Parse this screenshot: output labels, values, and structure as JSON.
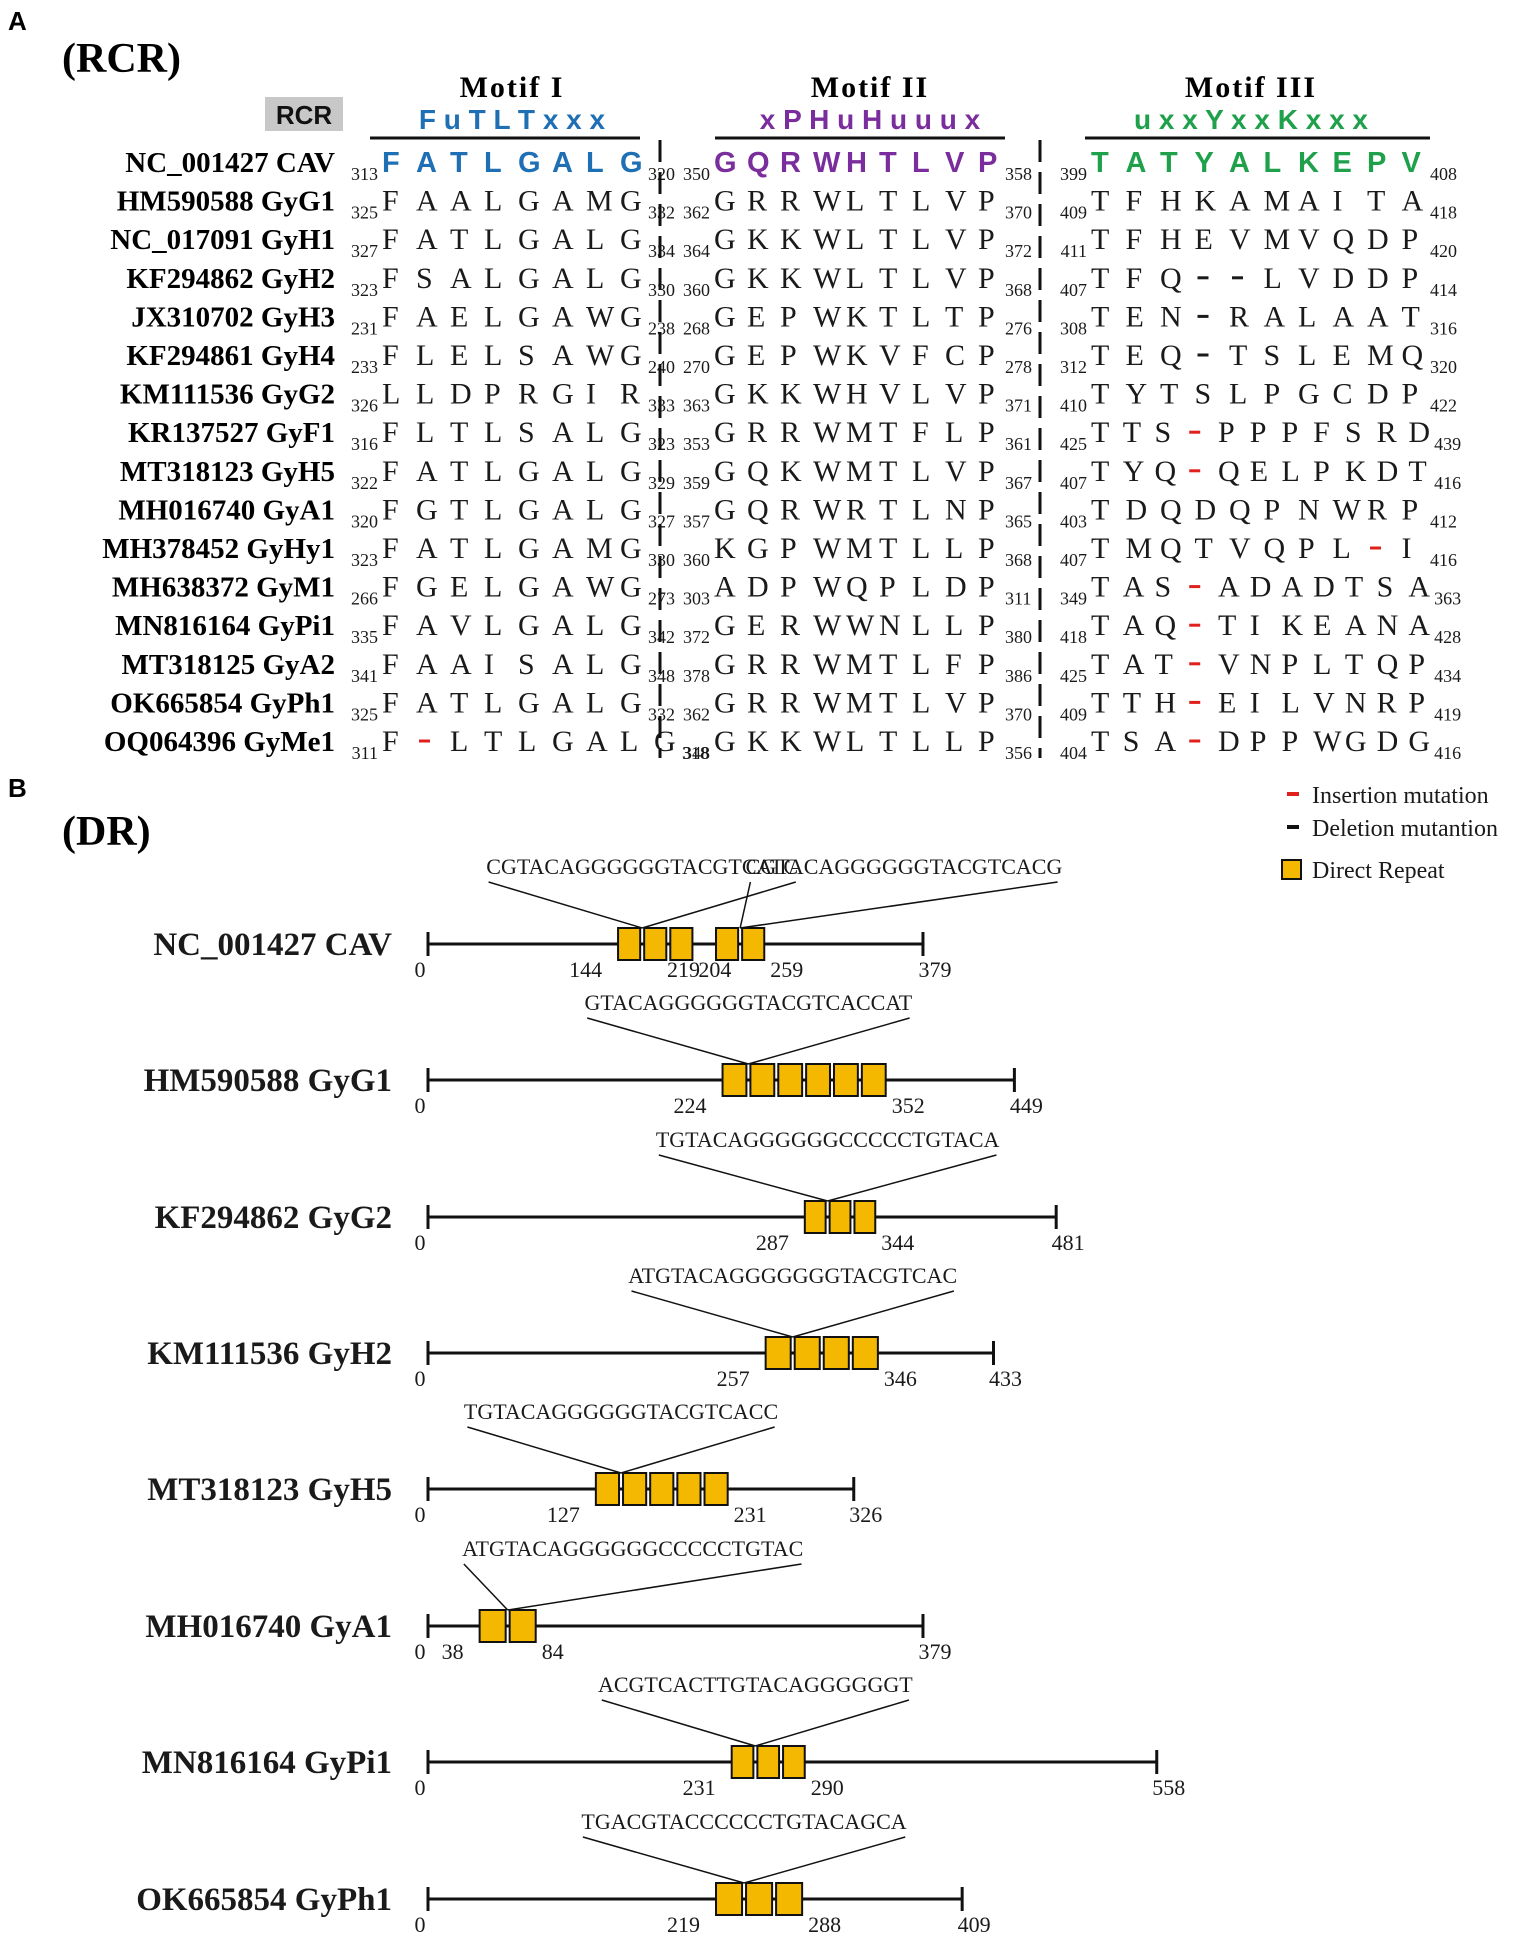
{
  "panelA": {
    "letter": "A",
    "section": "(RCR)",
    "rcr_tag": "RCR",
    "motifs": [
      {
        "title": "Motif I",
        "consensus": "F u T L T x x x",
        "color": "#1f6fb5"
      },
      {
        "title": "Motif II",
        "consensus": "x P H u H u u u x",
        "color": "#7a2d9c"
      },
      {
        "title": "Motif III",
        "consensus": "u x x Y x x K x x x",
        "color": "#1fa04a"
      }
    ],
    "rows": [
      {
        "label": "NC_001427 CAV",
        "m1": {
          "start": "313",
          "seq": "FATLGALG",
          "end": "320"
        },
        "m2": {
          "start": "350",
          "seq": "GQRWHTLVP",
          "end": "358"
        },
        "m3": {
          "start": "399",
          "seq": "TATYALKEPV",
          "end": "408"
        }
      },
      {
        "label": "HM590588 GyG1",
        "m1": {
          "start": "325",
          "seq": "FAALGAMG",
          "end": "332"
        },
        "m2": {
          "start": "362",
          "seq": "GRRWLTLVP",
          "end": "370"
        },
        "m3": {
          "start": "409",
          "seq": "TFHKAMAITA",
          "end": "418"
        }
      },
      {
        "label": "NC_017091 GyH1",
        "m1": {
          "start": "327",
          "seq": "FATLGALG",
          "end": "334"
        },
        "m2": {
          "start": "364",
          "seq": "GKKWLTLVP",
          "end": "372"
        },
        "m3": {
          "start": "411",
          "seq": "TFHEVMVQDP",
          "end": "420"
        }
      },
      {
        "label": "KF294862 GyH2",
        "m1": {
          "start": "323",
          "seq": "FSALGALG",
          "end": "330"
        },
        "m2": {
          "start": "360",
          "seq": "GKKWLTLVP",
          "end": "368"
        },
        "m3": {
          "start": "407",
          "seq": "TFQ--LVDDP",
          "end": "414"
        }
      },
      {
        "label": "JX310702 GyH3",
        "m1": {
          "start": "231",
          "seq": "FAELGAWG",
          "end": "238"
        },
        "m2": {
          "start": "268",
          "seq": "GEPWKTLTP",
          "end": "276"
        },
        "m3": {
          "start": "308",
          "seq": "TEN-RALAAT",
          "end": "316"
        }
      },
      {
        "label": "KF294861 GyH4",
        "m1": {
          "start": "233",
          "seq": "FLELSAWG",
          "end": "240"
        },
        "m2": {
          "start": "270",
          "seq": "GEPWKVFCP",
          "end": "278"
        },
        "m3": {
          "start": "312",
          "seq": "TEQ-TSLEMQ",
          "end": "320"
        }
      },
      {
        "label": "KM111536 GyG2",
        "m1": {
          "start": "326",
          "seq": "LLDPRGIR",
          "end": "333"
        },
        "m2": {
          "start": "363",
          "seq": "GKKWHVLVP",
          "end": "371"
        },
        "m3": {
          "start": "410",
          "seq": "TYTSLPGCDP",
          "end": "422"
        }
      },
      {
        "label": "KR137527 GyF1",
        "m1": {
          "start": "316",
          "seq": "FLTLSALG",
          "end": "323"
        },
        "m2": {
          "start": "353",
          "seq": "GRRWMTFLP",
          "end": "361"
        },
        "m3": {
          "start": "425",
          "seq": "TTS-PPPFSRD",
          "end": "439"
        }
      },
      {
        "label": "MT318123 GyH5",
        "m1": {
          "start": "322",
          "seq": "FATLGALG",
          "end": "329"
        },
        "m2": {
          "start": "359",
          "seq": "GQKWMTLVP",
          "end": "367"
        },
        "m3": {
          "start": "407",
          "seq": "TYQ-QELPKDT",
          "end": "416"
        }
      },
      {
        "label": "MH016740 GyA1",
        "m1": {
          "start": "320",
          "seq": "FGTLGALG",
          "end": "327"
        },
        "m2": {
          "start": "357",
          "seq": "GQRWRTLNP",
          "end": "365"
        },
        "m3": {
          "start": "403",
          "seq": "TDQDQPNWRP",
          "end": "412"
        }
      },
      {
        "label": "MH378452 GyHy1",
        "m1": {
          "start": "323",
          "seq": "FATLGAMG",
          "end": "330"
        },
        "m2": {
          "start": "360",
          "seq": "KGPWMTLLP",
          "end": "368"
        },
        "m3": {
          "start": "407",
          "seq": "TMQTVQPL-I",
          "end": "416"
        }
      },
      {
        "label": "MH638372 GyM1",
        "m1": {
          "start": "266",
          "seq": "FGELGAWG",
          "end": "273"
        },
        "m2": {
          "start": "303",
          "seq": "ADPWQPLDP",
          "end": "311"
        },
        "m3": {
          "start": "349",
          "seq": "TAS-ADADTSA",
          "end": "363"
        }
      },
      {
        "label": "MN816164 GyPi1",
        "m1": {
          "start": "335",
          "seq": "FAVLGALG",
          "end": "342"
        },
        "m2": {
          "start": "372",
          "seq": "GERWWNLLP",
          "end": "380"
        },
        "m3": {
          "start": "418",
          "seq": "TAQ-TIKEANA",
          "end": "428"
        }
      },
      {
        "label": "MT318125 GyA2",
        "m1": {
          "start": "341",
          "seq": "FAAISALG",
          "end": "348"
        },
        "m2": {
          "start": "378",
          "seq": "GRRWMTLFP",
          "end": "386"
        },
        "m3": {
          "start": "425",
          "seq": "TAT-VNPLTQP",
          "end": "434"
        }
      },
      {
        "label": "OK665854 GyPh1",
        "m1": {
          "start": "325",
          "seq": "FATLGALG",
          "end": "332"
        },
        "m2": {
          "start": "362",
          "seq": "GRRWMTLVP",
          "end": "370"
        },
        "m3": {
          "start": "409",
          "seq": "TTH-EILVNRP",
          "end": "419"
        }
      },
      {
        "label": "OQ064396 GyMe1",
        "m1": {
          "start": "311",
          "seq": "F-LTLGALG",
          "end": "318"
        },
        "m2": {
          "start": "348",
          "seq": "GKKWLTLLP",
          "end": "356"
        },
        "m3": {
          "start": "404",
          "seq": "TSA-DPPWGDG",
          "end": "416"
        }
      }
    ]
  },
  "panelB": {
    "letter": "B",
    "section": "(DR)",
    "legend": {
      "insertion": "Insertion mutation",
      "deletion": "Deletion mutantion",
      "direct_repeat": "Direct Repeat",
      "insertion_color": "#e0201b",
      "deletion_color": "#111111",
      "repeat_color": "#f5b800"
    },
    "rows": [
      {
        "label": "NC_001427 CAV",
        "repeat_seq": "CGTACAGGGGGGTACGTCATC",
        "repeat_seq2": "CGTACAGGGGGGTACGTCACG",
        "start": 0,
        "end": 379,
        "blocks": [
          {
            "from": 144,
            "to": 204,
            "count": 3
          },
          {
            "from": 219,
            "to": 259,
            "count": 2
          }
        ],
        "ticks": [
          "0",
          "144",
          "204",
          "219",
          "259",
          "379"
        ]
      },
      {
        "label": "HM590588 GyG1",
        "repeat_seq": "GTACAGGGGGGTACGTCACCAT",
        "start": 0,
        "end": 449,
        "blocks": [
          {
            "from": 224,
            "to": 352,
            "count": 6
          }
        ],
        "ticks": [
          "0",
          "224",
          "352",
          "449"
        ]
      },
      {
        "label": "KF294862 GyG2",
        "repeat_seq": "TGTACAGGGGGGCCCCCTGTACA",
        "start": 0,
        "end": 481,
        "blocks": [
          {
            "from": 287,
            "to": 344,
            "count": 3
          }
        ],
        "ticks": [
          "0",
          "287",
          "344",
          "481"
        ]
      },
      {
        "label": "KM111536 GyH2",
        "repeat_seq": "ATGTACAGGGGGGGTACGTCAC",
        "start": 0,
        "end": 433,
        "blocks": [
          {
            "from": 257,
            "to": 346,
            "count": 4
          }
        ],
        "ticks": [
          "0",
          "257",
          "346",
          "433"
        ]
      },
      {
        "label": "MT318123 GyH5",
        "repeat_seq": "TGTACAGGGGGGTACGTCACC",
        "start": 0,
        "end": 326,
        "blocks": [
          {
            "from": 127,
            "to": 231,
            "count": 5
          }
        ],
        "ticks": [
          "0",
          "127",
          "231",
          "326"
        ]
      },
      {
        "label": "MH016740 GyA1",
        "repeat_seq": "ATGTACAGGGGGGCCCCCTGTAC",
        "start": 0,
        "end": 379,
        "blocks": [
          {
            "from": 38,
            "to": 84,
            "count": 2
          }
        ],
        "ticks": [
          "0",
          "38",
          "84",
          "379"
        ]
      },
      {
        "label": "MN816164 GyPi1",
        "repeat_seq": "ACGTCACTTGTACAGGGGGGT",
        "start": 0,
        "end": 558,
        "blocks": [
          {
            "from": 231,
            "to": 290,
            "count": 3
          }
        ],
        "ticks": [
          "0",
          "231",
          "290",
          "558"
        ]
      },
      {
        "label": "OK665854 GyPh1",
        "repeat_seq": "TGACGTACCCCCCTGTACAGCA",
        "start": 0,
        "end": 409,
        "blocks": [
          {
            "from": 219,
            "to": 288,
            "count": 3
          }
        ],
        "ticks": [
          "0",
          "219",
          "288",
          "409"
        ]
      }
    ]
  }
}
